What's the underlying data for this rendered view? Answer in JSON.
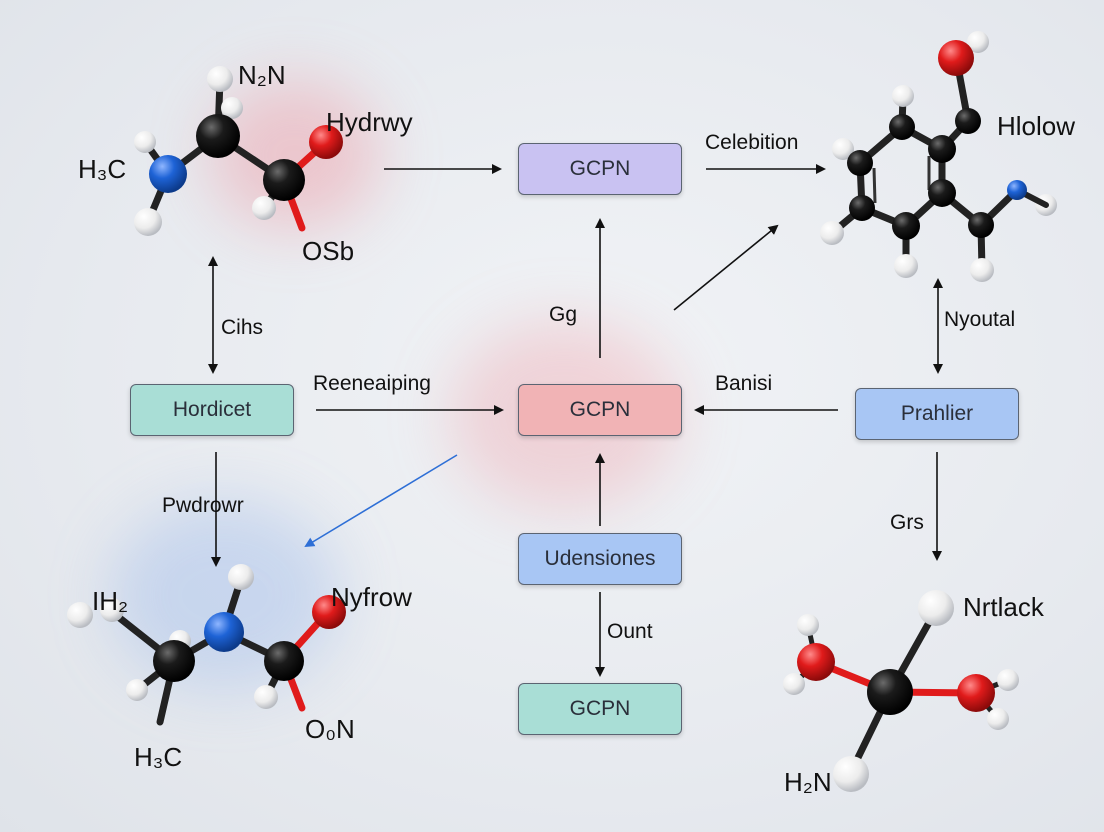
{
  "nodes": {
    "gcpn_top": "GCPN",
    "gcpn_mid": "GCPN",
    "gcpn_bottom": "GCPN",
    "hordicet": "Hordicet",
    "prahlier": "Prahlier",
    "udensiones": "Udensiones"
  },
  "edges": {
    "celebition": "Celebition",
    "cihs": "Cihs",
    "reeneaiping": "Reeneaiping",
    "gg": "Gg",
    "banisi": "Banisi",
    "nyoutal": "Nyoutal",
    "pwdrowr": "Pwdrowr",
    "grs": "Grs",
    "ount": "Ount"
  },
  "molecules": {
    "top_left": {
      "hydrwy": "Hydrwy",
      "n2n": "N₂N",
      "h3c": "H₃C",
      "osb": "OSb"
    },
    "top_right": {
      "hlolow": "Hlolow"
    },
    "bottom_left": {
      "ih2": "IH₂",
      "nyfrow": "Nyfrow",
      "h3c": "H₃C",
      "o0n": "O₀N"
    },
    "bottom_right": {
      "nrtlack": "Nrtlack",
      "h2n": "H₂N"
    }
  },
  "colors": {
    "gcpn_top": "#c9c2f2",
    "gcpn_mid": "#f1b3b5",
    "gcpn_bottom": "#a9ded6",
    "hordicet": "#a9ded6",
    "prahlier": "#a8c6f4",
    "udensiones": "#a8c6f4",
    "arrow": "#111111",
    "arrow_blue": "#2e6fd6",
    "atom_carbon": "#111111",
    "atom_oxygen": "#e01b1b",
    "atom_nitrogen": "#1e63d6",
    "atom_hydrogen": "#f3f3f3"
  }
}
